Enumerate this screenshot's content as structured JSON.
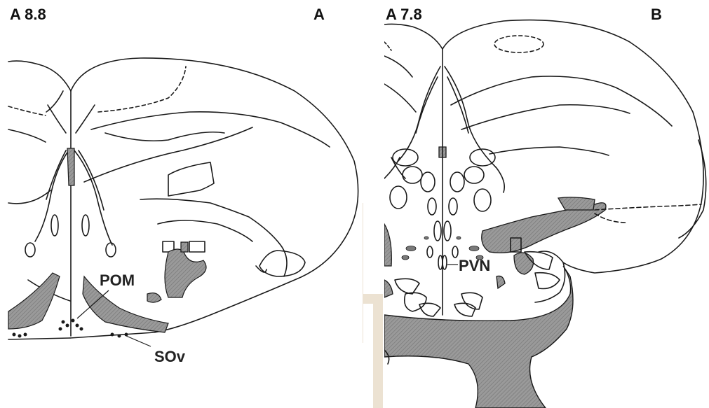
{
  "panels": {
    "left": {
      "level": "A 8.8",
      "letter": "A",
      "labels": {
        "pom": "POM",
        "sov": "SOv"
      }
    },
    "right": {
      "level": "A 7.8",
      "letter": "B",
      "labels": {
        "pvn": "PVN"
      }
    }
  },
  "colors": {
    "outline": "#1a1a1a",
    "hatch_fill": "#8c8c8c",
    "watermark": "#e8dcc8"
  }
}
